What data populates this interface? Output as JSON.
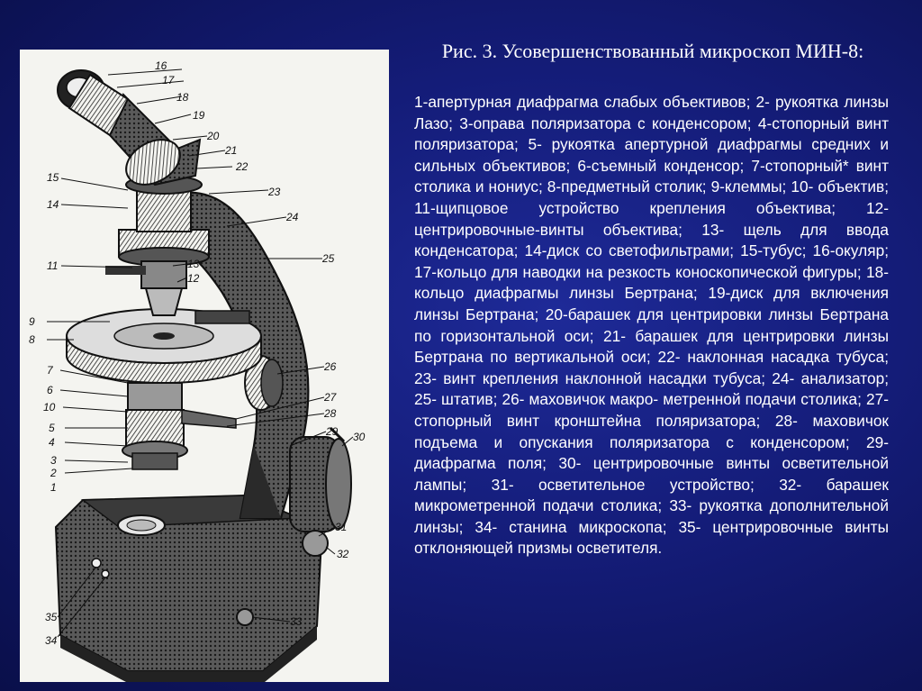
{
  "caption": {
    "title": "Рис. 3. Усовершенствованный микроскоп МИН-8:"
  },
  "legend_text": "1-апертурная диафрагма слабых объективов; 2- рукоятка линзы Лазо; 3-оправа поляризатора с конденсором; 4-стопорный винт поляризатора; 5- рукоятка апертурной диафрагмы средних и сильных объективов; 6-съемный конденсор; 7-стопорный* винт столика и нониус; 8-предметный столик; 9-клеммы; 10- объектив; 11-щипцовое устройство крепления объектива; 12-центрировочные-винты объектива; 13- щель для ввода конденсатора; 14-диск со светофильтрами; 15-тубус; 16-окуляр; 17-кольцо для наводки на резкость коноскопической фигуры; 18- кольцо диафрагмы линзы Бертрана; 19-диск для включения линзы Бертрана; 20-барашек для центрировки линзы Бертрана по горизонтальной оси; 21- барашек для центрировки линзы Бертрана по вертикальной оси; 22- наклонная насадка тубуса; 23- винт крепления наклонной насадки тубуса; 24- анализатор; 25- штатив; 26- маховичок макро- метренной подачи столика; 27- стопорный винт кронштейна поляризатора; 28- маховичок подъема и опускания поляризатора с конденсором; 29- диафрагма поля; 30- центрировочные винты осветительной лампы; 31- осветительное устройство; 32- барашек микрометренной подачи столика; 33- рукоятка дополнительной линзы; 34- станина микроскопа; 35- центрировочные винты отклоняющей призмы осветителя.",
  "figure_labels": [
    "1",
    "2",
    "3",
    "4",
    "5",
    "6",
    "7",
    "8",
    "9",
    "10",
    "11",
    "12",
    "13",
    "14",
    "15",
    "16",
    "17",
    "18",
    "19",
    "20",
    "21",
    "22",
    "23",
    "24",
    "25",
    "26",
    "27",
    "28",
    "29",
    "30",
    "31",
    "32",
    "33",
    "34",
    "35"
  ],
  "colors": {
    "background": "#141c78",
    "text": "#ffffff",
    "figure_bg": "#f4f4f0",
    "ink": "#111111"
  }
}
